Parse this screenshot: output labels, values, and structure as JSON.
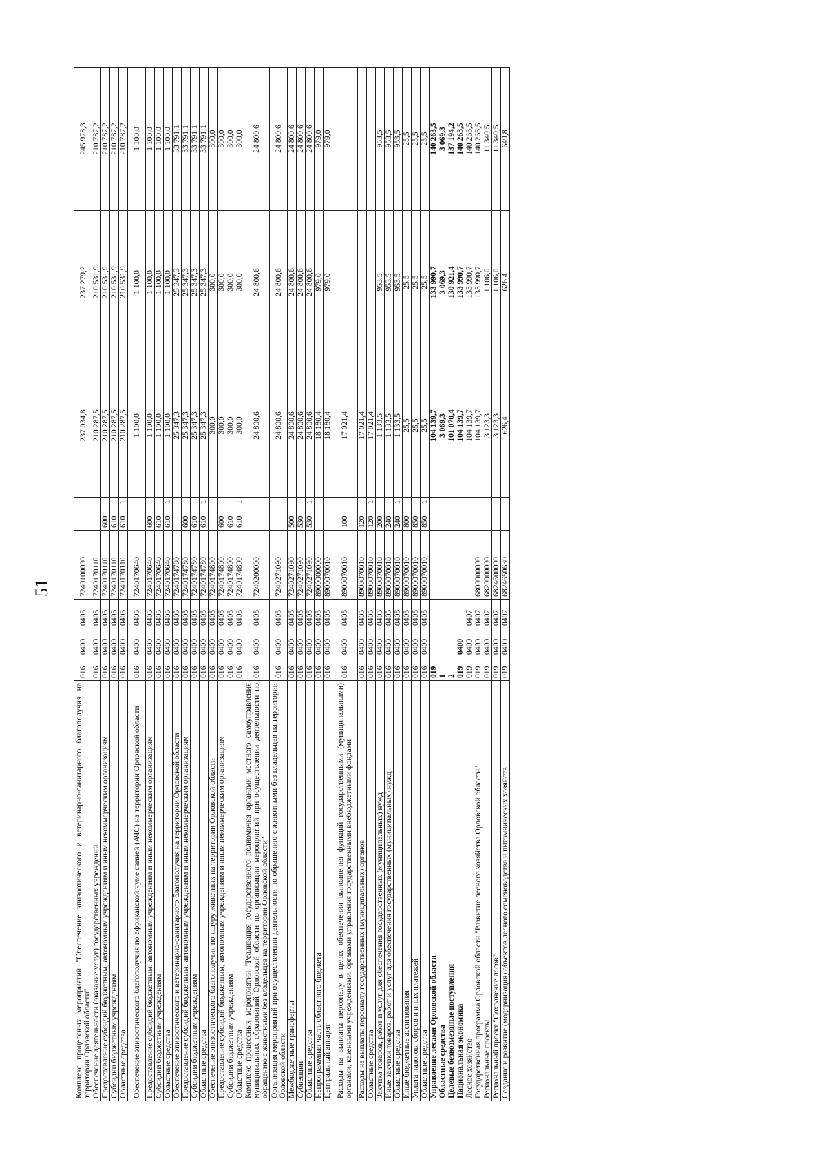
{
  "page_number": "51",
  "rows": [
    {
      "name": "Комплекс процессных мероприятий \"Обеспечение эпизоотического и ветеринарно-санитарного благополучия на территории Орловской области\"",
      "code": "016",
      "section": "0400",
      "subsection": "0405",
      "program": "7240100000",
      "vr": "",
      "mark": "",
      "v1": "237 034,8",
      "v2": "237 279,2",
      "v3": "245 978,3",
      "tall": true,
      "bold": false
    },
    {
      "name": "Обеспечение деятельности (оказание услуг) государственных учреждений",
      "code": "016",
      "section": "0400",
      "subsection": "0405",
      "program": "7240170110",
      "vr": "",
      "mark": "",
      "v1": "210 287,5",
      "v2": "210 531,9",
      "v3": "210 787,2",
      "tall": false,
      "bold": false
    },
    {
      "name": "Предоставление субсидий бюджетным, автономным учреждениям и иным некоммерческим организациям",
      "code": "016",
      "section": "0400",
      "subsection": "0405",
      "program": "7240170110",
      "vr": "600",
      "mark": "",
      "v1": "210 287,5",
      "v2": "210 531,9",
      "v3": "210 787,2",
      "tall": false,
      "bold": false
    },
    {
      "name": "Субсидии бюджетным учреждениям",
      "code": "016",
      "section": "0400",
      "subsection": "0405",
      "program": "7240170110",
      "vr": "610",
      "mark": "",
      "v1": "210 287,5",
      "v2": "210 531,9",
      "v3": "210 787,2",
      "tall": false,
      "bold": false
    },
    {
      "name": "Областные средства",
      "code": "016",
      "section": "0400",
      "subsection": "0405",
      "program": "7240170110",
      "vr": "610",
      "mark": "1",
      "v1": "210 287,5",
      "v2": "210 531,9",
      "v3": "210 787,2",
      "tall": false,
      "bold": false
    },
    {
      "name": "Обеспечение эпизоотического благополучия по африканской чуме свиней (АЧС) на территории Орловской области",
      "code": "016",
      "section": "0400",
      "subsection": "0405",
      "program": "7240170640",
      "vr": "",
      "mark": "",
      "v1": "1 100,0",
      "v2": "1 100,0",
      "v3": "1 100,0",
      "tall": true,
      "bold": false
    },
    {
      "name": "Предоставление субсидий бюджетным, автономным учреждениям и иным некоммерческим организациям",
      "code": "016",
      "section": "0400",
      "subsection": "0405",
      "program": "7240170640",
      "vr": "600",
      "mark": "",
      "v1": "1 100,0",
      "v2": "1 100,0",
      "v3": "1 100,0",
      "tall": false,
      "bold": false
    },
    {
      "name": "Субсидии бюджетным учреждениям",
      "code": "016",
      "section": "0400",
      "subsection": "0405",
      "program": "7240170640",
      "vr": "610",
      "mark": "",
      "v1": "1 100,0",
      "v2": "1 100,0",
      "v3": "1 100,0",
      "tall": false,
      "bold": false
    },
    {
      "name": "Областные средства",
      "code": "016",
      "section": "0400",
      "subsection": "0405",
      "program": "7240170640",
      "vr": "610",
      "mark": "1",
      "v1": "1 100,0",
      "v2": "1 100,0",
      "v3": "1 100,0",
      "tall": false,
      "bold": false
    },
    {
      "name": "Обеспечение эпизоотического и ветеринарно-санитарного благополучия на территории Орловской области",
      "code": "016",
      "section": "0400",
      "subsection": "0405",
      "program": "7240174780",
      "vr": "",
      "mark": "",
      "v1": "25 347,3",
      "v2": "25 347,3",
      "v3": "33 791,1",
      "tall": false,
      "bold": false
    },
    {
      "name": "Предоставление субсидий бюджетным, автономным учреждениям и иным некоммерческим организациям",
      "code": "016",
      "section": "0400",
      "subsection": "0405",
      "program": "7240174780",
      "vr": "600",
      "mark": "",
      "v1": "25 347,3",
      "v2": "25 347,3",
      "v3": "33 791,1",
      "tall": false,
      "bold": false
    },
    {
      "name": "Субсидии бюджетным учреждениям",
      "code": "016",
      "section": "0400",
      "subsection": "0405",
      "program": "7240174780",
      "vr": "610",
      "mark": "",
      "v1": "25 347,3",
      "v2": "25 347,3",
      "v3": "33 791,1",
      "tall": false,
      "bold": false
    },
    {
      "name": "Областные средства",
      "code": "016",
      "section": "0400",
      "subsection": "0405",
      "program": "7240174780",
      "vr": "610",
      "mark": "1",
      "v1": "25 347,3",
      "v2": "25 347,3",
      "v3": "33 791,1",
      "tall": false,
      "bold": false
    },
    {
      "name": "Обеспечение эпизоотического благополучия по ящуру животных на территории Орловской области",
      "code": "016",
      "section": "0400",
      "subsection": "0405",
      "program": "7240174800",
      "vr": "",
      "mark": "",
      "v1": "300,0",
      "v2": "300,0",
      "v3": "300,0",
      "tall": false,
      "bold": false
    },
    {
      "name": "Предоставление субсидий бюджетным, автономным учреждениям и иным некоммерческим организациям",
      "code": "016",
      "section": "0400",
      "subsection": "0405",
      "program": "7240174800",
      "vr": "600",
      "mark": "",
      "v1": "300,0",
      "v2": "300,0",
      "v3": "300,0",
      "tall": false,
      "bold": false
    },
    {
      "name": "Субсидии бюджетным учреждениям",
      "code": "016",
      "section": "0400",
      "subsection": "0405",
      "program": "7240174800",
      "vr": "610",
      "mark": "",
      "v1": "300,0",
      "v2": "300,0",
      "v3": "300,0",
      "tall": false,
      "bold": false
    },
    {
      "name": "Областные средства",
      "code": "016",
      "section": "0400",
      "subsection": "0405",
      "program": "7240174800",
      "vr": "610",
      "mark": "1",
      "v1": "300,0",
      "v2": "300,0",
      "v3": "300,0",
      "tall": false,
      "bold": false
    },
    {
      "name": "Комплекс процессных мероприятий \"Реализация государственного полномочия органами местного самоуправления муниципальных образований Орловской области по организации мероприятий при осуществлении деятельности по обращению с животными без владельцев на территории Орловской области\"",
      "code": "016",
      "section": "0400",
      "subsection": "0405",
      "program": "7240200000",
      "vr": "",
      "mark": "",
      "v1": "24 800,6",
      "v2": "24 800,6",
      "v3": "24 800,6",
      "tall": "x3",
      "bold": false
    },
    {
      "name": "Организация мероприятий при осуществлении деятельности по обращению с животными без владельцев на территории Орловской области",
      "code": "016",
      "section": "0400",
      "subsection": "0405",
      "program": "7240271090",
      "vr": "",
      "mark": "",
      "v1": "24 800,6",
      "v2": "24 800,6",
      "v3": "24 800,6",
      "tall": true,
      "bold": false
    },
    {
      "name": "Межбюджетные трансферты",
      "code": "016",
      "section": "0400",
      "subsection": "0405",
      "program": "7240271090",
      "vr": "500",
      "mark": "",
      "v1": "24 800,6",
      "v2": "24 800,6",
      "v3": "24 800,6",
      "tall": false,
      "bold": false
    },
    {
      "name": "Субвенции",
      "code": "016",
      "section": "0400",
      "subsection": "0405",
      "program": "7240271090",
      "vr": "530",
      "mark": "",
      "v1": "24 800,6",
      "v2": "24 800,6",
      "v3": "24 800,6",
      "tall": false,
      "bold": false
    },
    {
      "name": "Областные средства",
      "code": "016",
      "section": "0400",
      "subsection": "0405",
      "program": "7240271090",
      "vr": "530",
      "mark": "1",
      "v1": "24 800,6",
      "v2": "24 800,6",
      "v3": "24 800,6",
      "tall": false,
      "bold": false
    },
    {
      "name": "Непрограммная часть областного бюджета",
      "code": "016",
      "section": "0400",
      "subsection": "0405",
      "program": "8900000000",
      "vr": "",
      "mark": "",
      "v1": "18 180,4",
      "v2": "979,0",
      "v3": "979,0",
      "tall": false,
      "bold": false
    },
    {
      "name": "Центральный аппарат",
      "code": "016",
      "section": "0400",
      "subsection": "0405",
      "program": "8900070010",
      "vr": "",
      "mark": "",
      "v1": "18 180,4",
      "v2": "979,0",
      "v3": "979,0",
      "tall": false,
      "bold": false
    },
    {
      "name": "Расходы на выплаты персоналу в целях обеспечения выполнения функций государственными (муниципальными) органами, казенными учреждениями, органами управления государственными внебюджетными фондами",
      "code": "016",
      "section": "0400",
      "subsection": "0405",
      "program": "8900070010",
      "vr": "100",
      "mark": "",
      "v1": "17 021,4",
      "v2": "",
      "v3": "",
      "tall": "x3",
      "bold": false
    },
    {
      "name": "Расходы на выплаты персоналу государственных (муниципальных) органов",
      "code": "016",
      "section": "0400",
      "subsection": "0405",
      "program": "8900070010",
      "vr": "120",
      "mark": "",
      "v1": "17 021,4",
      "v2": "",
      "v3": "",
      "tall": false,
      "bold": false
    },
    {
      "name": "Областные средства",
      "code": "016",
      "section": "0400",
      "subsection": "0405",
      "program": "8900070010",
      "vr": "120",
      "mark": "1",
      "v1": "17 021,4",
      "v2": "",
      "v3": "",
      "tall": false,
      "bold": false
    },
    {
      "name": "Закупка товаров, работ и услуг для обеспечения государственных (муниципальных) нужд",
      "code": "016",
      "section": "0400",
      "subsection": "0405",
      "program": "8900070010",
      "vr": "200",
      "mark": "",
      "v1": "1 133,5",
      "v2": "953,5",
      "v3": "953,5",
      "tall": false,
      "bold": false
    },
    {
      "name": "Иные закупки товаров, работ и услуг для обеспечения государственных (муниципальных) нужд",
      "code": "016",
      "section": "0400",
      "subsection": "0405",
      "program": "8900070010",
      "vr": "240",
      "mark": "",
      "v1": "1 133,5",
      "v2": "953,5",
      "v3": "953,5",
      "tall": false,
      "bold": false
    },
    {
      "name": "Областные средства",
      "code": "016",
      "section": "0400",
      "subsection": "0405",
      "program": "8900070010",
      "vr": "240",
      "mark": "1",
      "v1": "1 133,5",
      "v2": "953,5",
      "v3": "953,5",
      "tall": false,
      "bold": false
    },
    {
      "name": "Иные бюджетные ассигнования",
      "code": "016",
      "section": "0400",
      "subsection": "0405",
      "program": "8900070010",
      "vr": "800",
      "mark": "",
      "v1": "25,5",
      "v2": "25,5",
      "v3": "25,5",
      "tall": false,
      "bold": false
    },
    {
      "name": "Уплата налогов, сборов и иных платежей",
      "code": "016",
      "section": "0400",
      "subsection": "0405",
      "program": "8900070010",
      "vr": "850",
      "mark": "",
      "v1": "25,5",
      "v2": "25,5",
      "v3": "25,5",
      "tall": false,
      "bold": false
    },
    {
      "name": "Областные средства",
      "code": "016",
      "section": "0400",
      "subsection": "0405",
      "program": "8900070010",
      "vr": "850",
      "mark": "1",
      "v1": "25,5",
      "v2": "25,5",
      "v3": "25,5",
      "tall": false,
      "bold": false
    },
    {
      "name": "Управление лесами Орловской области",
      "code": "019",
      "section": "",
      "subsection": "",
      "program": "",
      "vr": "",
      "mark": "",
      "v1": "104 139,7",
      "v2": "133 990,7",
      "v3": "140 263,5",
      "tall": false,
      "bold": true
    },
    {
      "name": "Областные средства",
      "code": "1",
      "section": "",
      "subsection": "",
      "program": "",
      "vr": "",
      "mark": "",
      "v1": "3 069,3",
      "v2": "3 069,3",
      "v3": "3 069,3",
      "tall": false,
      "bold": true
    },
    {
      "name": "Целевые безвозмездные поступления",
      "code": "2",
      "section": "",
      "subsection": "",
      "program": "",
      "vr": "",
      "mark": "",
      "v1": "101 070,4",
      "v2": "130 921,4",
      "v3": "137 194,2",
      "tall": false,
      "bold": true
    },
    {
      "name": "Национальная экономика",
      "code": "019",
      "section": "0400",
      "subsection": "",
      "program": "",
      "vr": "",
      "mark": "",
      "v1": "104 139,7",
      "v2": "133 990,7",
      "v3": "140 263,5",
      "tall": false,
      "bold": true
    },
    {
      "name": "Лесное хозяйство",
      "code": "019",
      "section": "0400",
      "subsection": "0407",
      "program": "",
      "vr": "",
      "mark": "",
      "v1": "104 139,7",
      "v2": "133 990,7",
      "v3": "140 263,5",
      "tall": false,
      "bold": false
    },
    {
      "name": "Государственная программа Орловской области \"Развитие лесного хозяйства Орловской области\"",
      "code": "019",
      "section": "0400",
      "subsection": "0407",
      "program": "6800000000",
      "vr": "",
      "mark": "",
      "v1": "104 139,7",
      "v2": "133 990,7",
      "v3": "140 263,5",
      "tall": false,
      "bold": false
    },
    {
      "name": "Региональные проекты",
      "code": "019",
      "section": "0400",
      "subsection": "0407",
      "program": "6820000000",
      "vr": "",
      "mark": "",
      "v1": "3 123,3",
      "v2": "11 106,0",
      "v3": "11 340,5",
      "tall": false,
      "bold": false
    },
    {
      "name": "Региональный проект \"Сохранение лесов\"",
      "code": "019",
      "section": "0400",
      "subsection": "0407",
      "program": "6824600000",
      "vr": "",
      "mark": "",
      "v1": "3 123,3",
      "v2": "11 106,0",
      "v3": "11 340,5",
      "tall": false,
      "bold": false
    },
    {
      "name": "Создание и развитие (модернизация) объектов лесного семеноводства и питомнических хозяйств",
      "code": "019",
      "section": "0400",
      "subsection": "0407",
      "program": "6824650630",
      "vr": "",
      "mark": "",
      "v1": "626,4",
      "v2": "626,4",
      "v3": "649,8",
      "tall": false,
      "bold": false
    }
  ]
}
